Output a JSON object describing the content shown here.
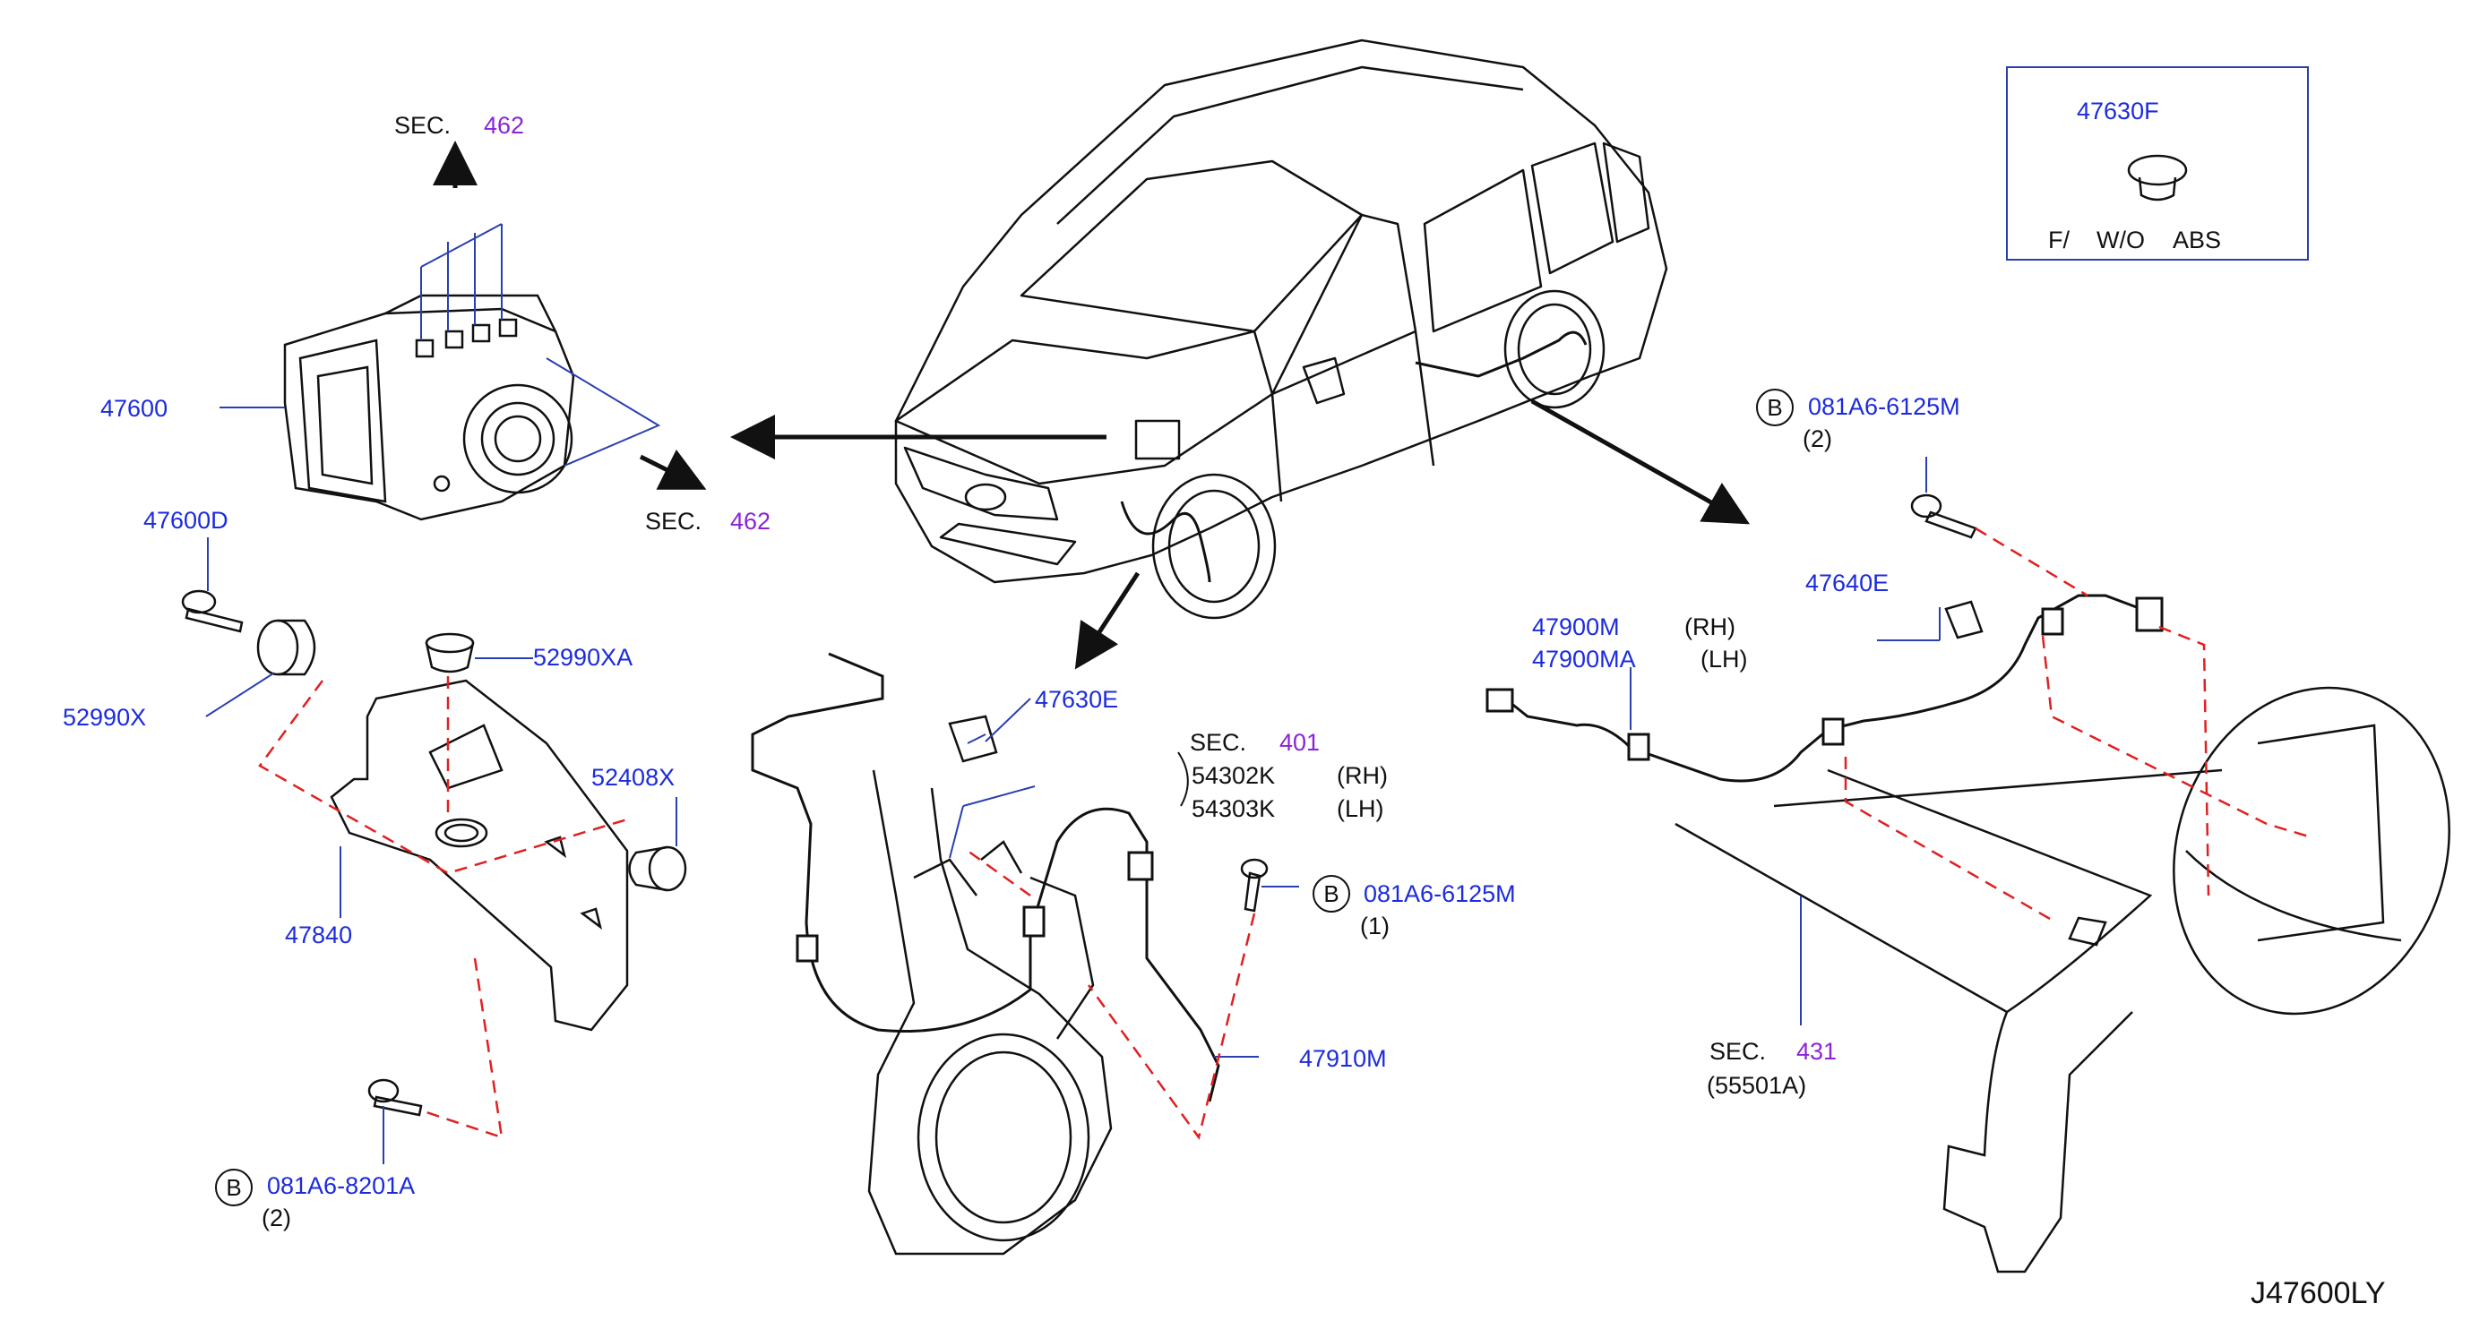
{
  "labels": {
    "sec_top_text": "SEC.",
    "sec_top_num": "462",
    "abs_actuator": "47600",
    "bolt_47600d": "47600D",
    "bushing_52990x": "52990X",
    "bushing_52990xa": "52990XA",
    "collar_52408x": "52408X",
    "bracket_47840": "47840",
    "bolt_b_8201_code": "081A6-8201A",
    "bolt_b_8201_qty": "(2)",
    "sec_mid_text": "SEC.",
    "sec_mid_num": "462",
    "clip_47630e": "47630E",
    "sec_401_text": "SEC.",
    "sec_401_num": "401",
    "knuckle_rh_part": "54302K",
    "knuckle_rh_side": "(RH)",
    "knuckle_lh_part": "54303K",
    "knuckle_lh_side": "(LH)",
    "bolt_front_code": "081A6-6125M",
    "bolt_front_qty": "(1)",
    "front_sensor": "47910M",
    "bolt_rear_code": "081A6-6125M",
    "bolt_rear_qty": "(2)",
    "clip_47640e": "47640E",
    "rear_sensor_rh": "47900M",
    "rear_sensor_rh_side": "(RH)",
    "rear_sensor_lh": "47900MA",
    "rear_sensor_lh_side": "(LH)",
    "sec_431_text": "SEC.",
    "sec_431_num": "431",
    "axle_part": "(55501A)",
    "b_marker": "B",
    "inset_part": "47630F",
    "inset_note_f": "F/",
    "inset_note_wo": "W/O",
    "inset_note_abs": "ABS",
    "diagram_code": "J47600LY"
  },
  "colors": {
    "part_number": "#1c2bdc",
    "section_ref": "#8a24d8",
    "leader_line": "#2a3fb0",
    "dashed_line": "#e02020",
    "drawing": "#111111"
  }
}
